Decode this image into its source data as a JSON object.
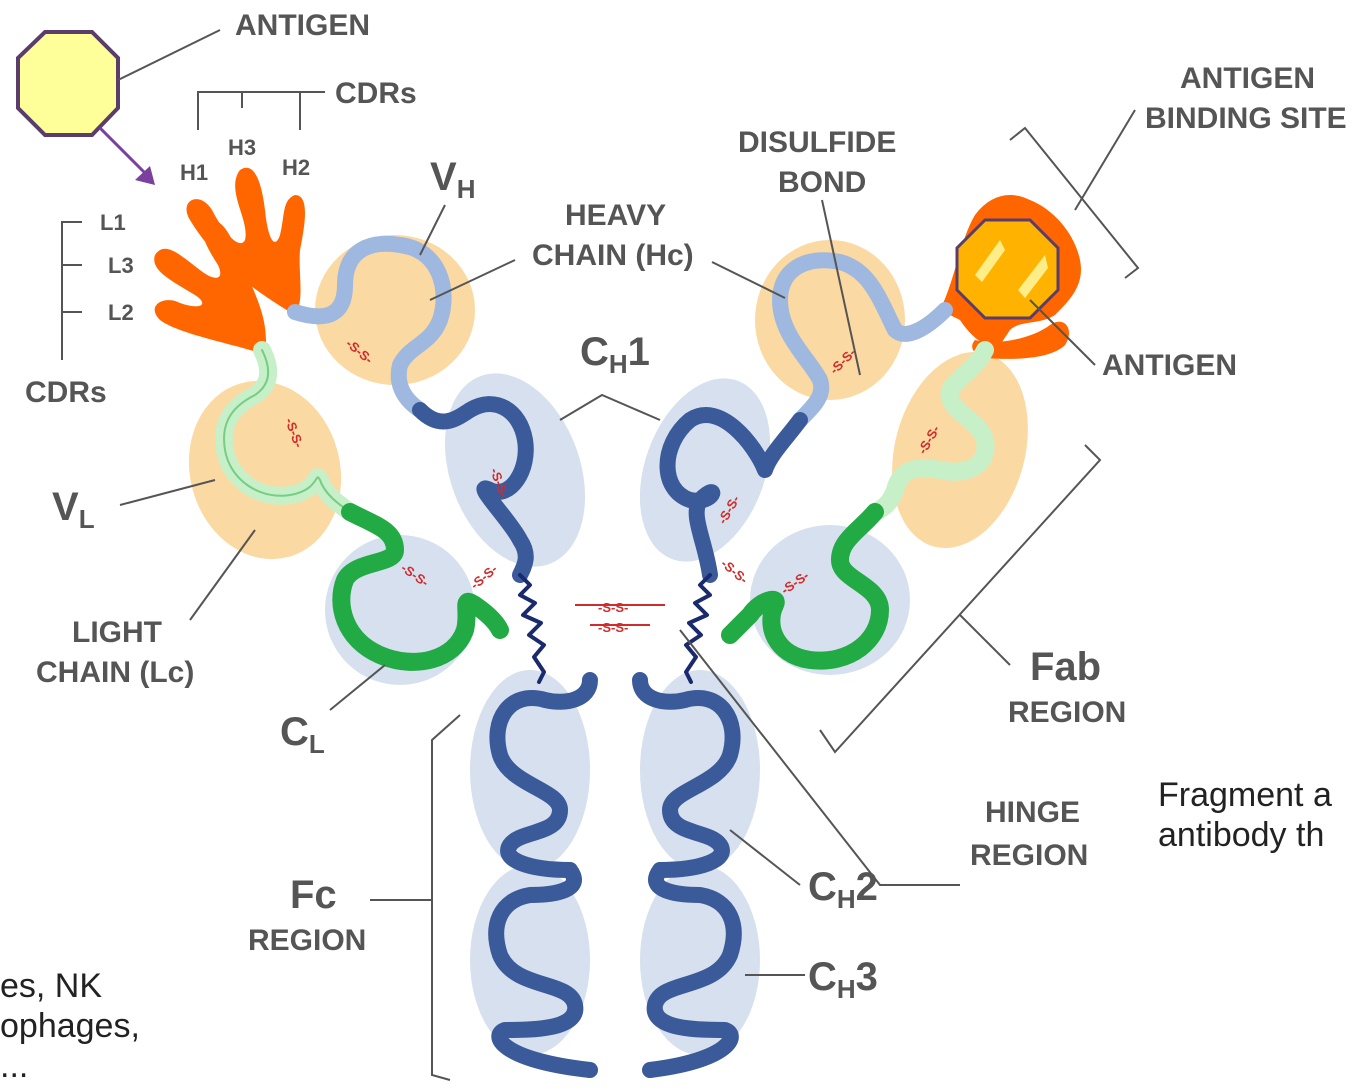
{
  "labels": {
    "antigen_top": "ANTIGEN",
    "cdrs_top": "CDRs",
    "h1": "H1",
    "h3": "H3",
    "h2": "H2",
    "vh": "V",
    "vh_sub": "H",
    "l1": "L1",
    "l3": "L3",
    "l2": "L2",
    "cdrs_left": "CDRs",
    "vl": "V",
    "vl_sub": "L",
    "light_chain_1": "LIGHT",
    "light_chain_2": "CHAIN (Lc)",
    "cl": "C",
    "cl_sub": "L",
    "heavy_chain_1": "HEAVY",
    "heavy_chain_2": "CHAIN (Hc)",
    "ch1": "C",
    "ch1_sub": "H",
    "ch1_num": "1",
    "disulfide_1": "DISULFIDE",
    "disulfide_2": "BOND",
    "binding_site_1": "ANTIGEN",
    "binding_site_2": "BINDING SITE",
    "antigen_right": "ANTIGEN",
    "fab_1": "Fab",
    "fab_2": "REGION",
    "hinge_1": "HINGE",
    "hinge_2": "REGION",
    "ch2": "C",
    "ch2_sub": "H",
    "ch2_num": "2",
    "ch3": "C",
    "ch3_sub": "H",
    "ch3_num": "3",
    "fc_1": "Fc",
    "fc_2": "REGION",
    "disulfide_mark": "-S-S-"
  },
  "side_text": {
    "right_line1": "Fragment a",
    "right_line2": "antibody th",
    "left_line1": "es, NK",
    "left_line2": "ophages,",
    "left_line3": "..."
  },
  "colors": {
    "antigen_fill": "#ffff99",
    "antigen_outline": "#5a3d6b",
    "arrow": "#7b3f9e",
    "cdr_orange": "#ff6600",
    "vh_light_blue": "#9fb8e0",
    "ch_dark_blue": "#3b5a9a",
    "vl_light_green": "#c8f0c8",
    "cl_green": "#22aa44",
    "domain_peach": "#fbd9a3",
    "domain_blue": "#d6e0ee",
    "hinge": "#1a2a6c",
    "disulfide": "#d12b2b",
    "label_gray": "#555555"
  }
}
